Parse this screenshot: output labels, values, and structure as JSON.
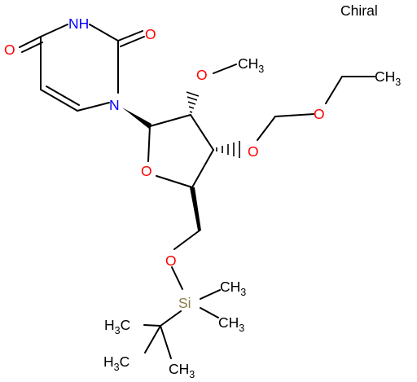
{
  "chiral_label": "Chiral",
  "atoms": {
    "o_carbonyl_left": "O",
    "nh": "NH",
    "h_of_nh": "H",
    "o_carbonyl_right": "O",
    "n1": "N",
    "o_methoxy": "O",
    "ch3_methoxy": "CH",
    "ch3_methoxy_sub": "3",
    "o_mom_inner": "O",
    "o_mom_outer": "O",
    "ch3_ethyl": "CH",
    "ch3_ethyl_sub": "3",
    "o_ring": "O",
    "o_silyl": "O",
    "si": "Si",
    "ch3_si_top": "CH",
    "ch3_si_top_sub": "3",
    "ch3_si_bottom": "CH",
    "ch3_si_bottom_sub": "3",
    "h3c_left": "H",
    "h3c_left_sub": "3",
    "h3c_left_c": "C",
    "h3c_bottom": "H",
    "h3c_bottom_sub": "3",
    "h3c_bottom_c": "C",
    "ch3_tbu_right": "CH",
    "ch3_tbu_right_sub": "3"
  },
  "colors": {
    "oxygen": "#ff0000",
    "nitrogen": "#0000ff",
    "silicon": "#8a7a4a",
    "carbon": "#000000"
  }
}
